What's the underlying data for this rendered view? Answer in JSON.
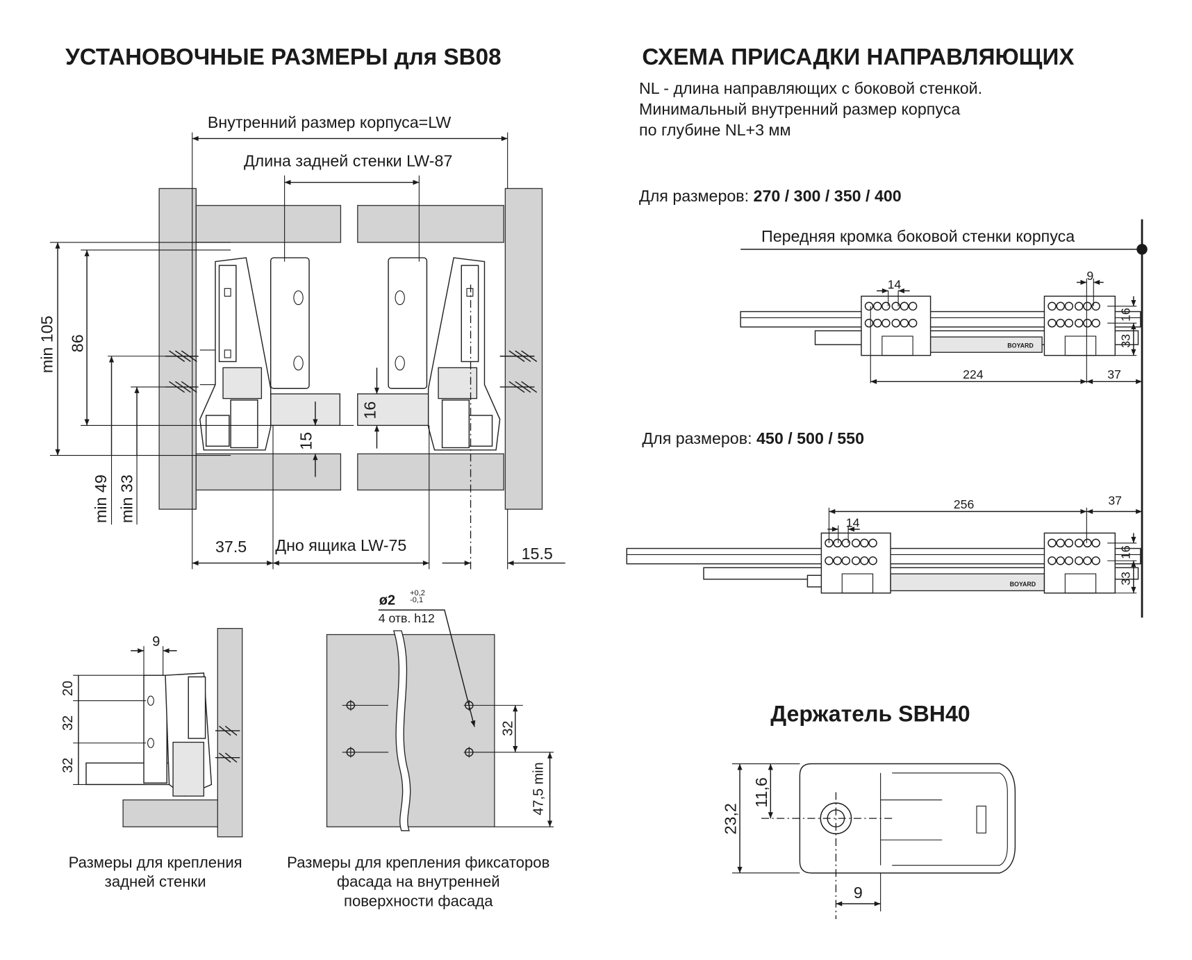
{
  "left": {
    "title": "УСТАНОВОЧНЫЕ РАЗМЕРЫ для SB08",
    "dims": {
      "inner_width": "Внутренний размер корпуса=LW",
      "back_wall_length": "Длина задней стенки  LW-87",
      "min105": "min 105",
      "d86": "86",
      "min49": "min 49",
      "min33": "min 33",
      "d16": "16",
      "d15": "15",
      "d37_5": "37.5",
      "bottom": "Дно ящика  LW-75",
      "d15_5": "15.5"
    },
    "back_mount": {
      "d9": "9",
      "d20": "20",
      "d32a": "32",
      "d32b": "32",
      "caption_line1": "Размеры  для крепления",
      "caption_line2": "задней стенки"
    },
    "front_mount": {
      "hole_spec": "ø2",
      "tol_plus": "+0,2",
      "tol_minus": "-0,1",
      "hole_count": "4 отв. h12",
      "d32": "32",
      "d47_5": "47,5 min",
      "caption_line1": "Размеры для крепления фиксаторов",
      "caption_line2": "фасада на внутренней",
      "caption_line3": "поверхности фасада"
    }
  },
  "right": {
    "title": "СХЕМА ПРИСАДКИ НАПРАВЛЯЮЩИХ",
    "desc_line1": "NL - длина направляющих с боковой стенкой.",
    "desc_line2": "Минимальный внутренний размер корпуса",
    "desc_line3": "по глубине NL+3 мм",
    "front_edge": "Передняя кромка боковой стенки корпуса",
    "group1": {
      "prefix": "Для размеров: ",
      "sizes": "270 / 300 / 350 / 400",
      "d14": "14",
      "d9": "9",
      "d16": "16",
      "d33": "33",
      "d224": "224",
      "d37": "37",
      "brand": "BOYARD"
    },
    "group2": {
      "prefix": "Для размеров: ",
      "sizes": "450 / 500 / 550",
      "d256": "256",
      "d37": "37",
      "d14": "14",
      "d16": "16",
      "d33": "33",
      "brand": "BOYARD"
    },
    "holder": {
      "title": "Держатель SBH40",
      "d23_2": "23,2",
      "d11_6": "11,6",
      "d9": "9"
    }
  }
}
